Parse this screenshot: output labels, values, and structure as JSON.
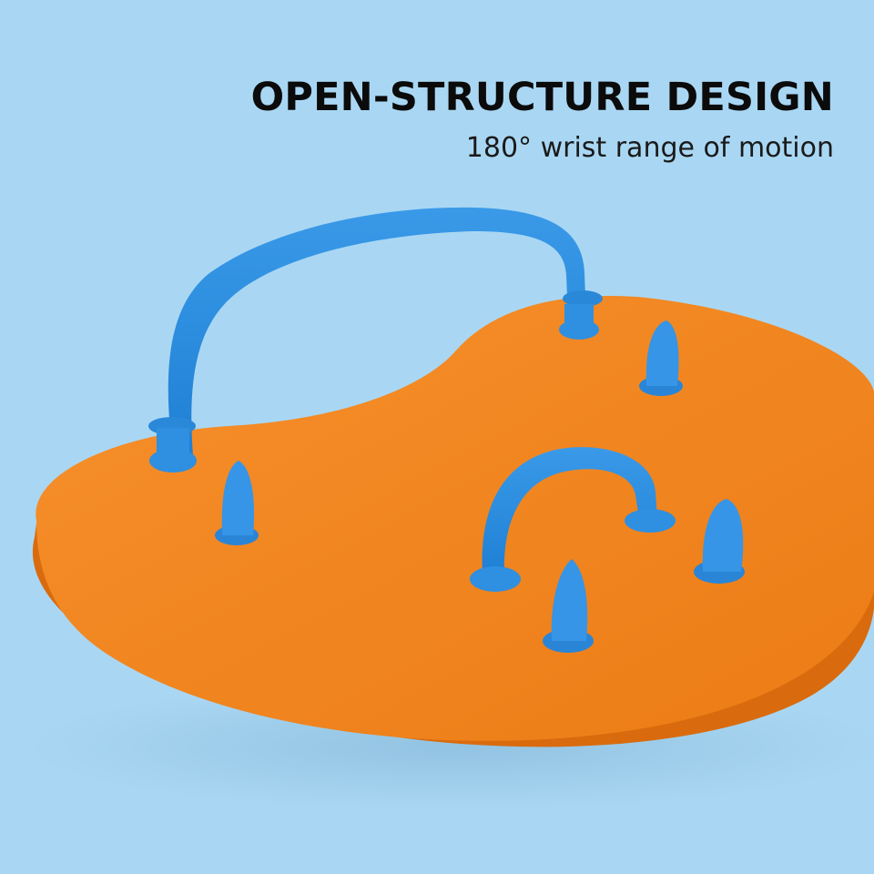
{
  "headline": "OPEN-STRUCTURE DESIGN",
  "subheadline": "180° wrist range of motion",
  "product": {
    "icon": "swim-hand-paddle",
    "paddle_color": "#f0821f",
    "strap_color": "#2c8fe0"
  },
  "background_color": "#a9d7f3"
}
